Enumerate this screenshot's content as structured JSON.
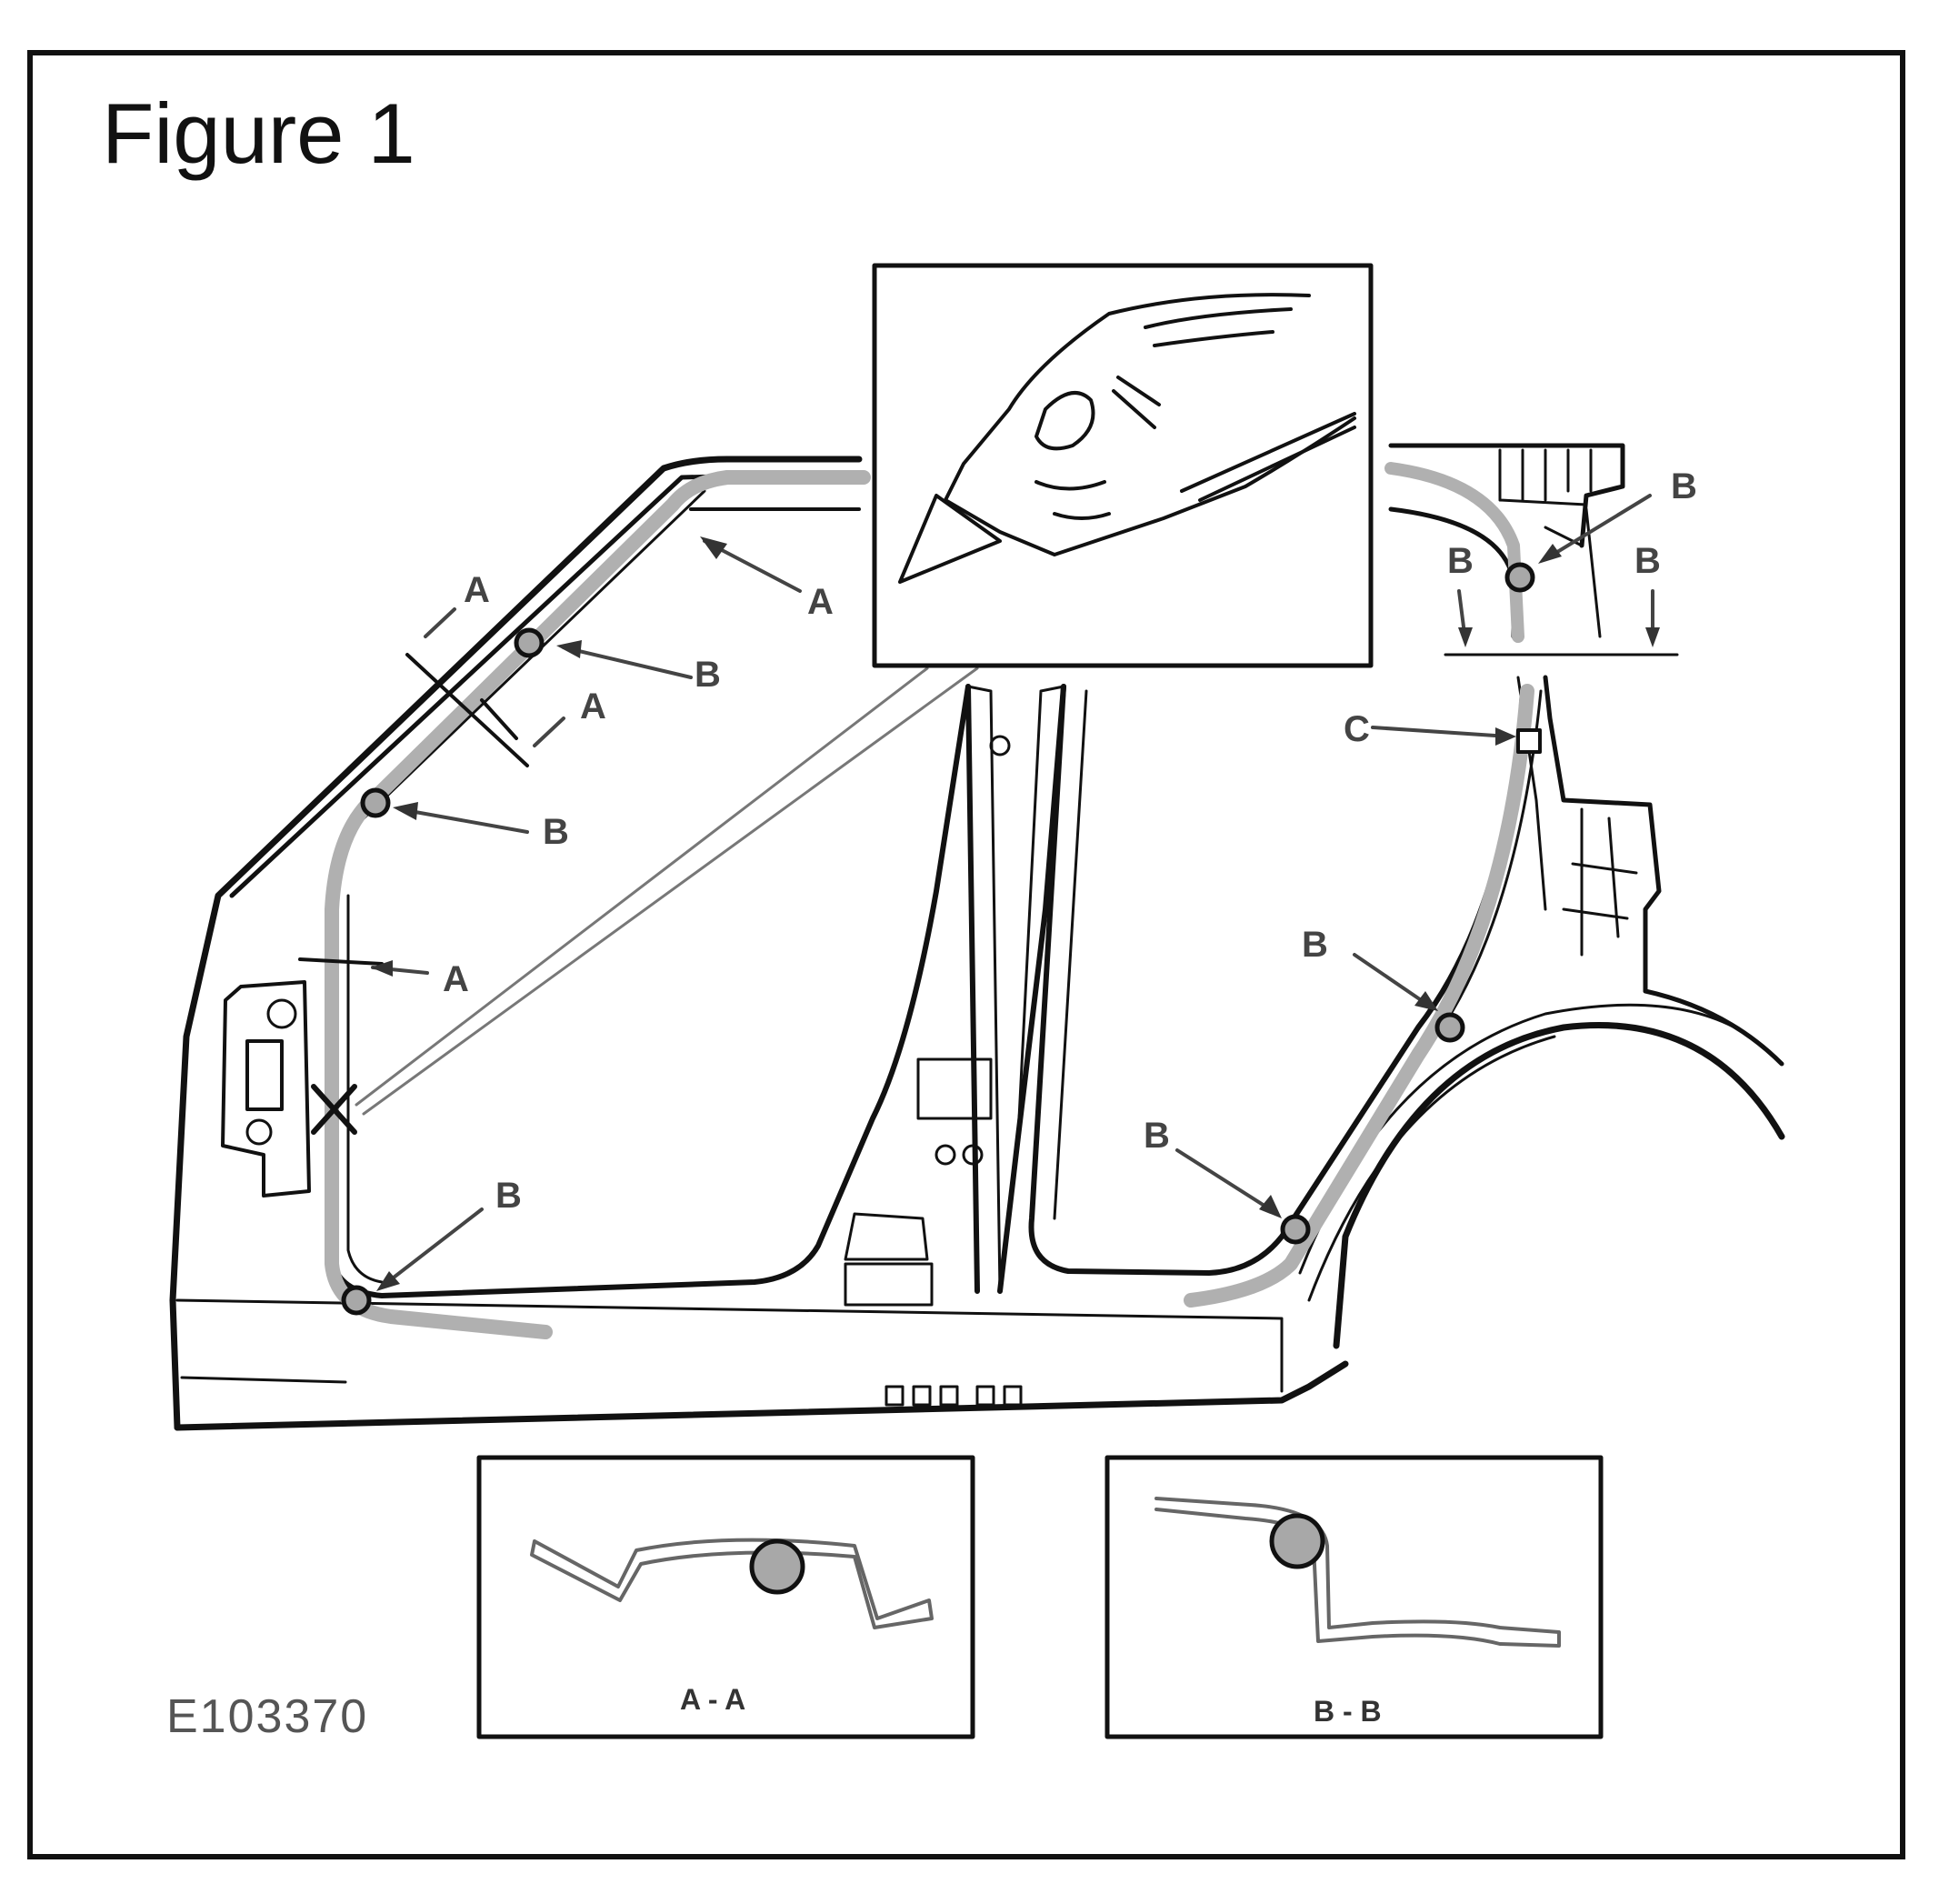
{
  "figure": {
    "title": "Figure 1",
    "code": "E103370"
  },
  "callouts": {
    "a": "A",
    "b": "B",
    "c": "C"
  },
  "sections": {
    "aa": "A - A",
    "bb": "B - B"
  },
  "colors": {
    "line": "#111111",
    "sealer": "#b0b0b0",
    "bead": "#a8a8a8",
    "label": "#444444"
  }
}
